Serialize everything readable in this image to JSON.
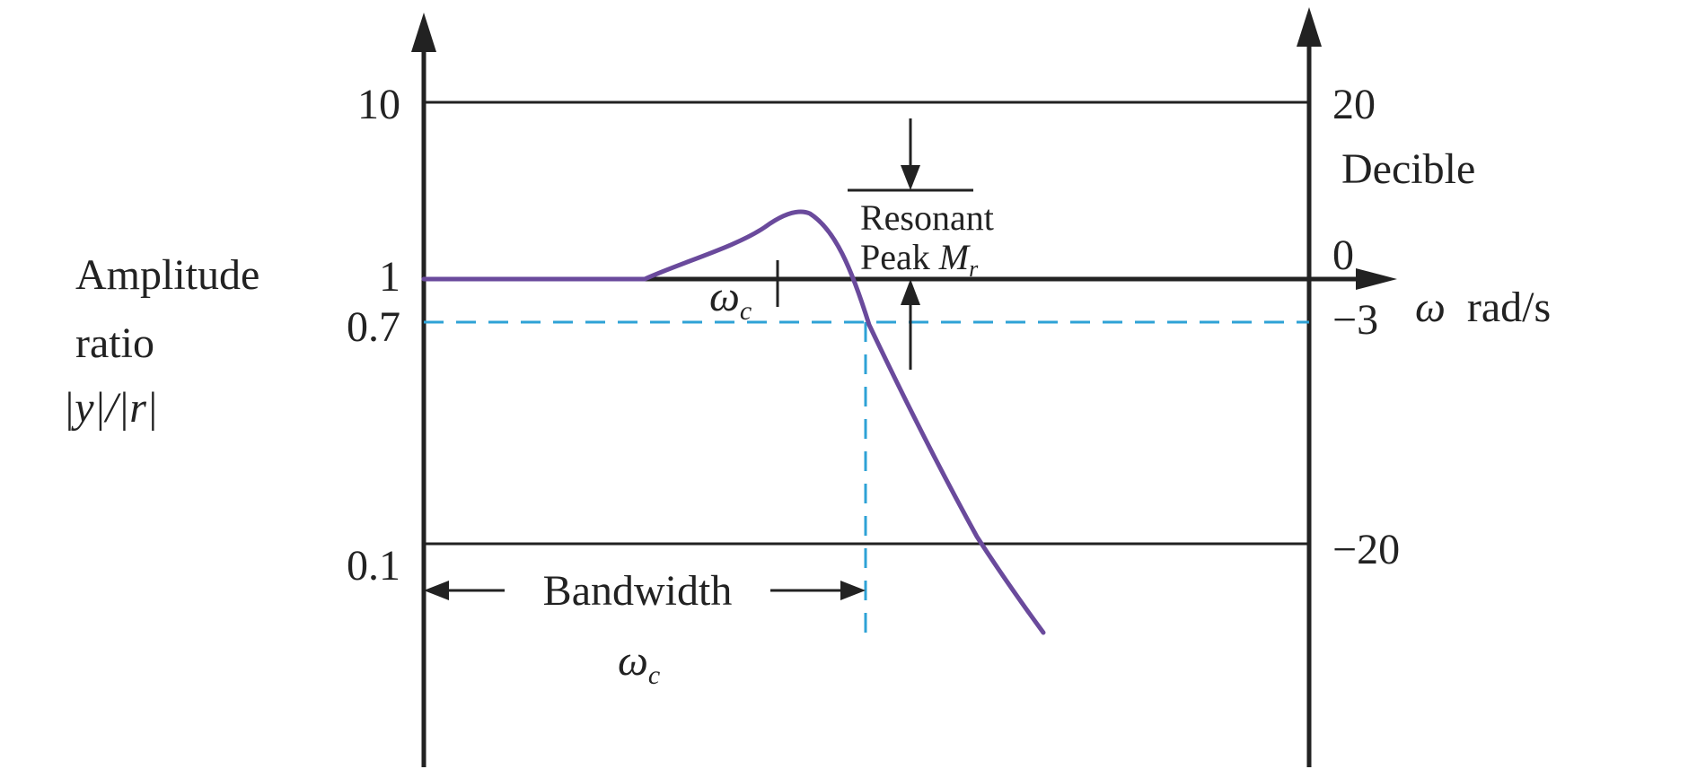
{
  "left_axis": {
    "label_lines": [
      "Amplitude",
      "ratio",
      "|y|/|r|"
    ],
    "ticks": [
      "10",
      "1",
      "0.7",
      "0.1"
    ]
  },
  "right_axis": {
    "label": "Decible",
    "ticks": [
      "20",
      "0",
      "−3",
      "−20"
    ]
  },
  "x_axis": {
    "symbol": "ω",
    "unit": "rad/s"
  },
  "annotations": {
    "resonant_line1": "Resonant",
    "resonant_line2": "Peak ",
    "resonant_symbol": "M",
    "resonant_sub": "r",
    "omega_symbol": "ω",
    "omega_sub": "c",
    "bandwidth": "Bandwidth",
    "bandwidth_symbol": "ω",
    "bandwidth_sub": "c"
  },
  "colors": {
    "curve": "#6a4a9c",
    "dashed_guides": "#2ea2d6",
    "ink": "#222222"
  }
}
